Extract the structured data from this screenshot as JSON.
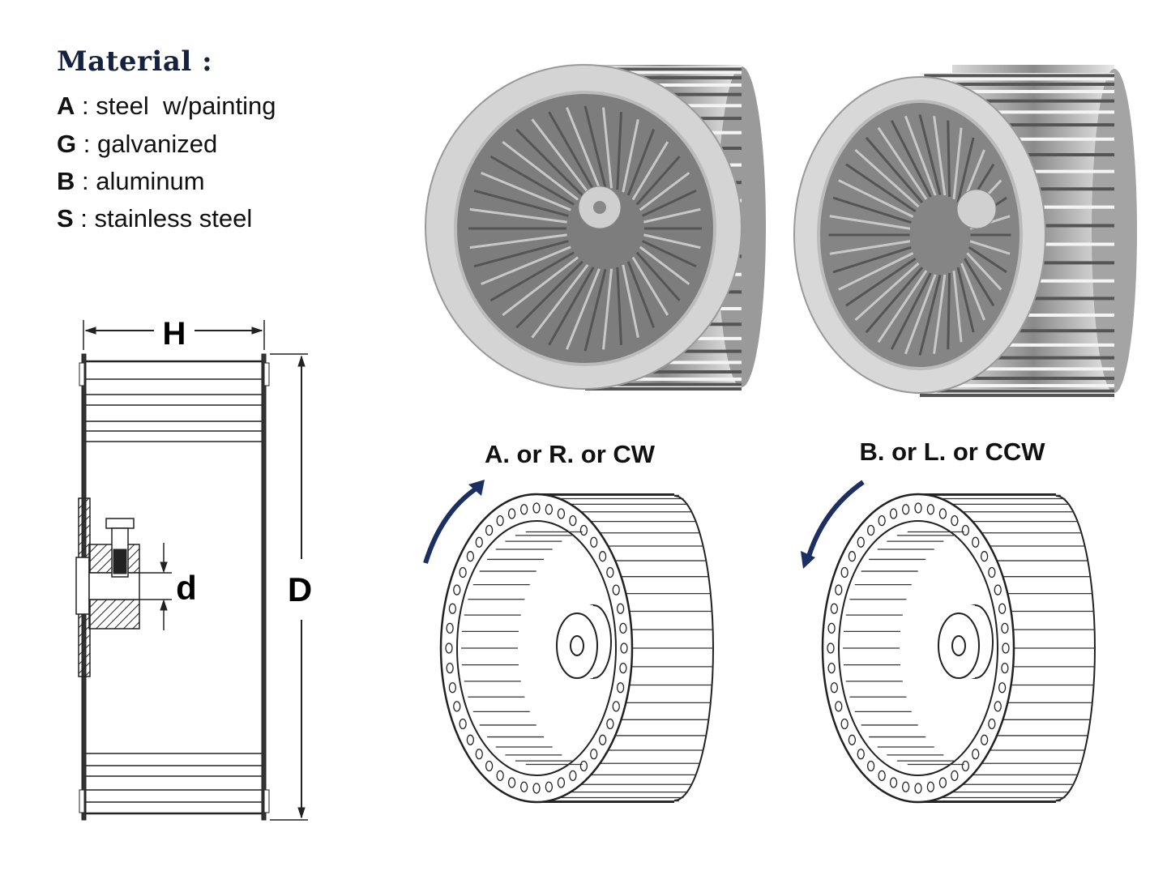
{
  "material": {
    "title": "Material :",
    "items": [
      {
        "code": "A",
        "sep": " : ",
        "name": "steel  w/painting"
      },
      {
        "code": "G",
        "sep": " : ",
        "name": "galvanized"
      },
      {
        "code": "B",
        "sep": " : ",
        "name": "aluminum"
      },
      {
        "code": "S",
        "sep": " : ",
        "name": "stainless steel"
      }
    ]
  },
  "dimensions": {
    "height_label": "H",
    "diameter_label": "D",
    "bore_label": "d"
  },
  "rotation": {
    "clockwise_label": "A. or R. or CW",
    "counterclockwise_label": "B. or L. or CCW",
    "arrow_color": "#1b2f63"
  }
}
